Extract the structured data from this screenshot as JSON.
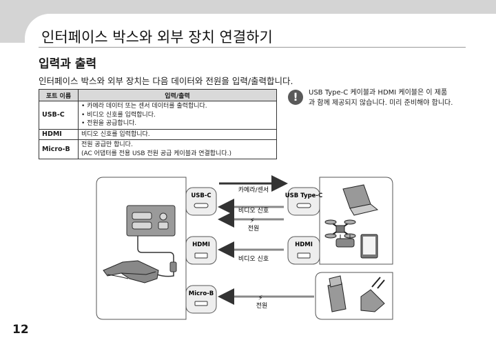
{
  "page": {
    "title": "인터페이스 박스와 외부 장치 연결하기",
    "heading": "입력과 출력",
    "intro": "인터페이스 박스와 외부 장치는 다음 데이터와 전원을 입력/출력합니다.",
    "page_number": "12"
  },
  "table": {
    "headers": [
      "포트 이름",
      "입력/출력"
    ],
    "rows": [
      {
        "port": "USB-C",
        "lines": [
          "• 카메라 데이터 또는 센서 데이터를 출력합니다.",
          "• 비디오 신호를 입력합니다.",
          "• 전원을 공급합니다."
        ]
      },
      {
        "port": "HDMI",
        "lines": [
          "비디오 신호를 입력합니다."
        ]
      },
      {
        "port": "Micro-B",
        "lines": [
          "전원 공급만 합니다.",
          "(AC 어댑터를 전용 USB 전원 공급 케이블과 연결합니다.)"
        ]
      }
    ]
  },
  "note": {
    "icon": "exclamation-icon",
    "text": "USB Type-C 케이블과 HDMI 케이블은 이 제품과 함께 제공되지 않습니다. 미리 준비해야 합니다."
  },
  "diagram": {
    "left_ports": [
      "USB-C",
      "HDMI",
      "Micro-B"
    ],
    "right_ports": [
      "USB Type-C",
      "HDMI"
    ],
    "signals": {
      "camera_sensor": "카메라/센서",
      "video1": "비디오 신호",
      "power1": "전원",
      "video2": "비디오 신호",
      "power2": "전원"
    }
  }
}
